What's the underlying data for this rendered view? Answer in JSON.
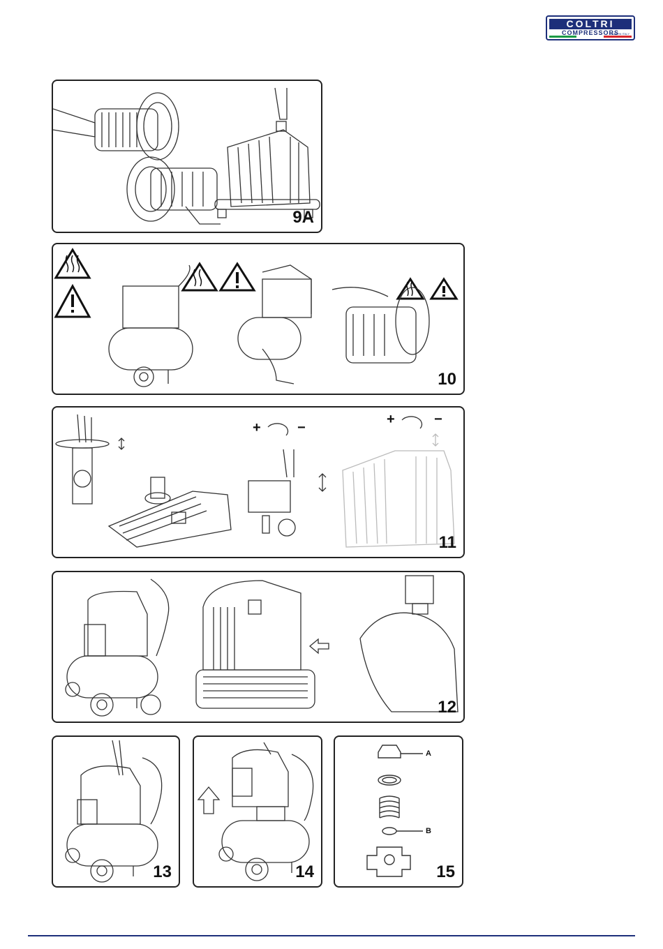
{
  "logo": {
    "brand": "COLTRI",
    "subtitle": "COMPRESSORS",
    "tagline": "MADE IN ITALY",
    "colors": {
      "primary": "#1d2f7a",
      "green": "#1c9a45",
      "red": "#d8262b"
    }
  },
  "figures": {
    "fig_9a": {
      "label": "9A"
    },
    "fig_10": {
      "label": "10",
      "icons": [
        "hot-surface-warning-icon",
        "general-warning-icon"
      ]
    },
    "fig_11": {
      "label": "11",
      "symbols": {
        "plus": "+",
        "minus": "−"
      }
    },
    "fig_12": {
      "label": "12"
    },
    "fig_13": {
      "label": "13"
    },
    "fig_14": {
      "label": "14"
    },
    "fig_15": {
      "label": "15",
      "part_a": "A",
      "part_b": "B"
    }
  },
  "footer": {
    "line_color": "#1d2f7a"
  }
}
